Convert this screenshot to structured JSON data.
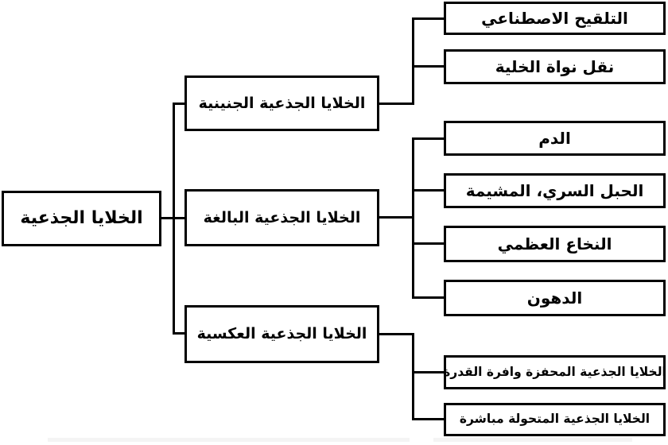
{
  "diagram": {
    "title_hint": "stem-cell-types-tree",
    "colors": {
      "line": "#000000",
      "box_background": "#ffffff",
      "text": "#000000"
    },
    "root": {
      "label": "الخلايا الجذعية"
    },
    "branches": [
      {
        "label": "الخلايا الجذعية الجنينية",
        "children": [
          "التلقيح الاصطناعي",
          "نقل نواة الخلية"
        ]
      },
      {
        "label": "الخلايا الجذعية البالغة",
        "children": [
          "الدم",
          "الحبل السري، المشيمة",
          "النخاع العظمي",
          "الدهون"
        ]
      },
      {
        "label": "الخلايا الجذعية العكسية",
        "children": [
          "الخلايا الجذعية المحفزة وافرة القدرة",
          "الخلايا الجذعية المتحولة مباشرة"
        ]
      }
    ]
  }
}
